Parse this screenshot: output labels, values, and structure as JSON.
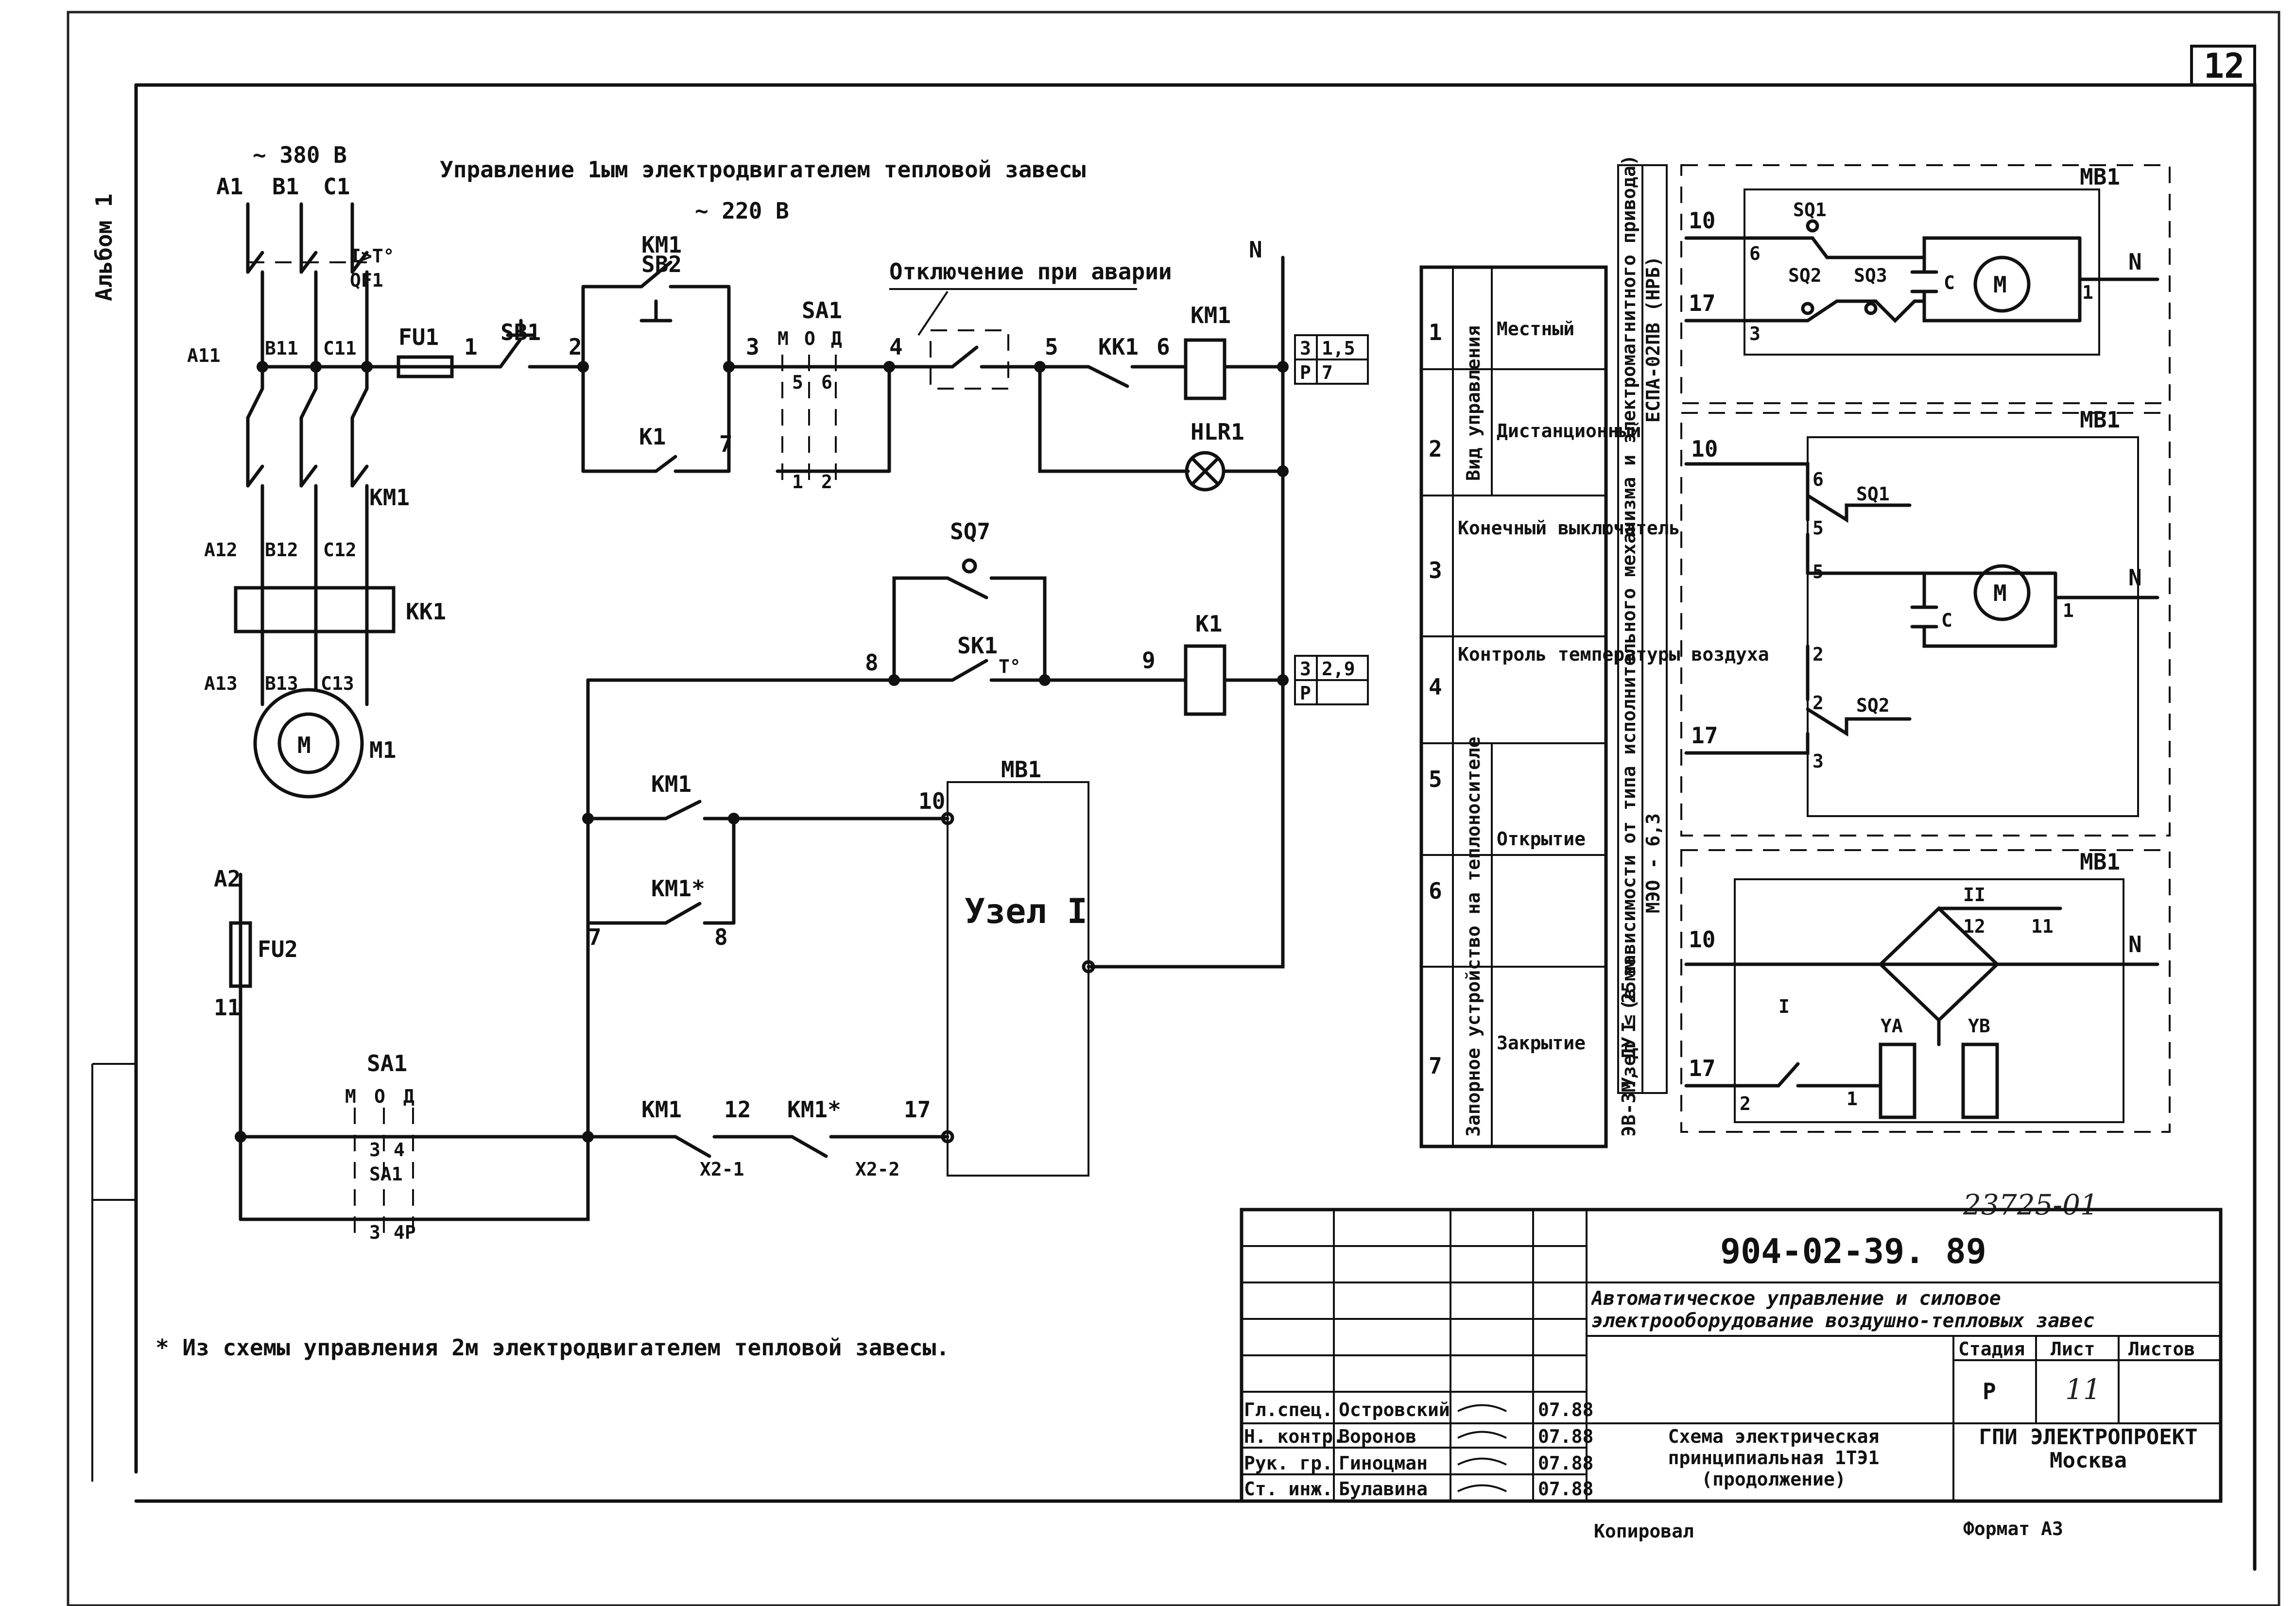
{
  "sheet": {
    "page_number": "12",
    "album_label": "Альбом 1",
    "heading": "Управление 1ым электродвигателем тепловой завесы",
    "voltage_380": "~ 380 В",
    "voltage_220": "~ 220 В",
    "emergency_label": "Отключение при аварии",
    "uzel_label": "Узел I",
    "footnote": "* Из схемы управления 2м электродвигателем тепловой завесы.",
    "stamp_handwritten": "23725-01",
    "copy_label": "Копировал",
    "format_label": "Формат А3"
  },
  "power": {
    "phase_tops": [
      "А1",
      "В1",
      "С1"
    ],
    "breaker": "QF1",
    "breaker_rating": "I>T°",
    "phases_mid": [
      "А11",
      "В11",
      "С11"
    ],
    "phases_low": [
      "А12",
      "В12",
      "С12"
    ],
    "phases_bottom": [
      "А13",
      "В13",
      "С13"
    ],
    "contactor": "КМ1",
    "thermal_relay": "КК1",
    "motor": "М1",
    "motor_symbol": "М"
  },
  "control": {
    "fuse1": "FU1",
    "stop_button": "SB1",
    "start_button": "SB2",
    "selector": "SA1",
    "selector_positions": [
      "М",
      "О",
      "Д"
    ],
    "relay_coil": "КМ1",
    "thermal_contact": "КК1",
    "lamp": "HLR1",
    "neutral": "N",
    "limit_switch": "SQ7",
    "thermostat": "SK1",
    "thermostat_mark": "T°",
    "relay_k1": "К1",
    "km1_contact": "КМ1",
    "km1_star": "КМ1*",
    "mb1": "МВ1",
    "fu2": "FU2",
    "a2": "А2",
    "wire_numbers": [
      "1",
      "2",
      "3",
      "4",
      "5",
      "6",
      "7",
      "8",
      "9",
      "10",
      "11",
      "12",
      "17"
    ],
    "x_terminals": [
      "Х2-1",
      "Х2-2"
    ],
    "contact_refs_1": [
      "3",
      "1,5",
      "Р",
      "7"
    ],
    "contact_refs_2": [
      "3",
      "2,9",
      "Р"
    ],
    "sa1_contacts_top": [
      "5",
      "6"
    ],
    "sa1_contacts_bottom": [
      "1",
      "2"
    ],
    "sa1_lower_top": [
      "3",
      "4"
    ],
    "sa1_lower_bottom": [
      "3",
      "4Р"
    ]
  },
  "legend_table": {
    "rows": [
      {
        "num": "1",
        "group": "Вид управления",
        "label": "Местный"
      },
      {
        "num": "2",
        "group": "",
        "label": "Дистанционный"
      },
      {
        "num": "3",
        "group": "",
        "label": "Конечный выключатель"
      },
      {
        "num": "4",
        "group": "",
        "label": "Контроль температуры воздуха"
      },
      {
        "num": "5",
        "group": "Запорное устройство на теплоносителе",
        "label": ""
      },
      {
        "num": "6",
        "group": "",
        "label": "Открытие"
      },
      {
        "num": "7",
        "group": "",
        "label": "Закрытие"
      }
    ],
    "vertical_note_1": "Узел I (в зависимости от типа исполнительного механизма и электромагнитного привода)",
    "vertical_note_2": "ЭВ-3М, ДУ ≤ 25мм",
    "vertical_note_3": "МЭО - 6,3",
    "vertical_note_4": "ЕСПА-02ПВ (НРБ)"
  },
  "variants": {
    "v1": {
      "title": "МВ1",
      "terms": [
        "10",
        "17",
        "6",
        "3",
        "1",
        "N"
      ],
      "switches": [
        "SQ1",
        "SQ2",
        "SQ3"
      ],
      "cap": "С",
      "motor": "М"
    },
    "v2": {
      "title": "МВ1",
      "terms": [
        "10",
        "6",
        "5",
        "5",
        "2",
        "2",
        "3",
        "17",
        "1",
        "N"
      ],
      "switches": [
        "SQ1",
        "SQ2"
      ],
      "cap": "С",
      "motor": "М"
    },
    "v3": {
      "title": "МВ1",
      "terms": [
        "10",
        "17",
        "2",
        "1",
        "11",
        "12",
        "N"
      ],
      "labels": [
        "I",
        "II",
        "YA",
        "YB"
      ]
    }
  },
  "title_block": {
    "designation": "904-02-39. 89",
    "project_title": "Автоматическое управление и силовое электрооборудование воздушно-тепловых завес",
    "drawing_title": "Схема электрическая принципиальная 1ТЭ1 (продолжение)",
    "col_stage": "Стадия",
    "col_sheet": "Лист",
    "col_sheets": "Листов",
    "stage": "Р",
    "sheet": "11",
    "organization": "ГПИ ЭЛЕКТРОПРОЕКТ Москва",
    "signatures": [
      {
        "role": "Гл.спец.",
        "name": "Островский",
        "date": "07.88"
      },
      {
        "role": "Н. контр.",
        "name": "Воронов",
        "date": "07.88"
      },
      {
        "role": "Рук. гр.",
        "name": "Гиноцман",
        "date": "07.88"
      },
      {
        "role": "Ст. инж.",
        "name": "Булавина",
        "date": "07.88"
      }
    ]
  }
}
